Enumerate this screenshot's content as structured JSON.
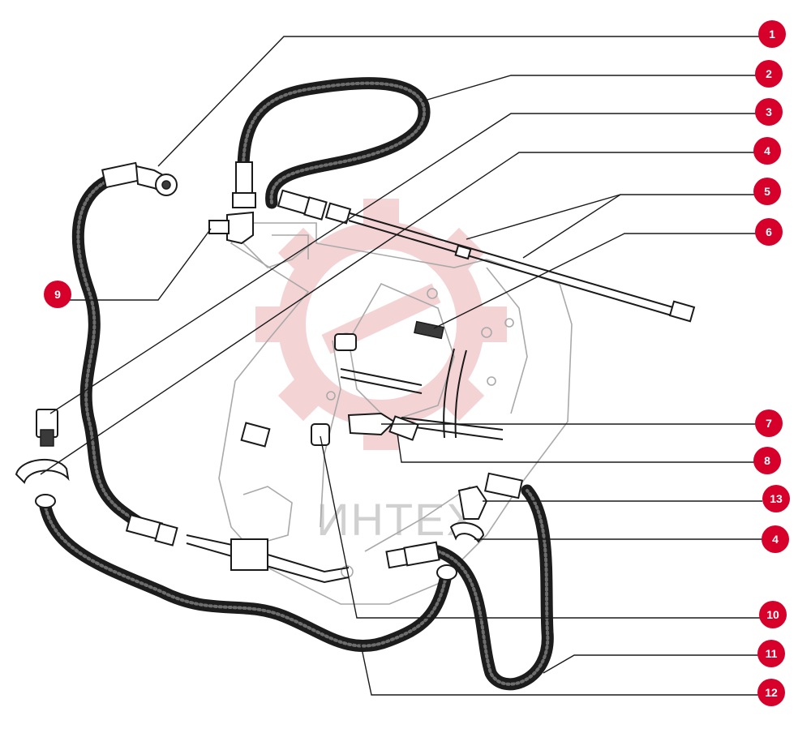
{
  "watermark": {
    "text": "ИНТЕХ",
    "logo_color": "#e8a0a4"
  },
  "colors": {
    "callout_fill": "#d6002a",
    "line": "#1a1a1a",
    "hose": "#1c1c1c"
  },
  "callouts": [
    {
      "id": "c1",
      "label": "1"
    },
    {
      "id": "c2",
      "label": "2"
    },
    {
      "id": "c3",
      "label": "3"
    },
    {
      "id": "c4a",
      "label": "4"
    },
    {
      "id": "c5",
      "label": "5"
    },
    {
      "id": "c6",
      "label": "6"
    },
    {
      "id": "c7",
      "label": "7"
    },
    {
      "id": "c8",
      "label": "8"
    },
    {
      "id": "c13",
      "label": "13"
    },
    {
      "id": "c4b",
      "label": "4"
    },
    {
      "id": "c10",
      "label": "10"
    },
    {
      "id": "c11",
      "label": "11"
    },
    {
      "id": "c12",
      "label": "12"
    },
    {
      "id": "c9",
      "label": "9"
    }
  ]
}
